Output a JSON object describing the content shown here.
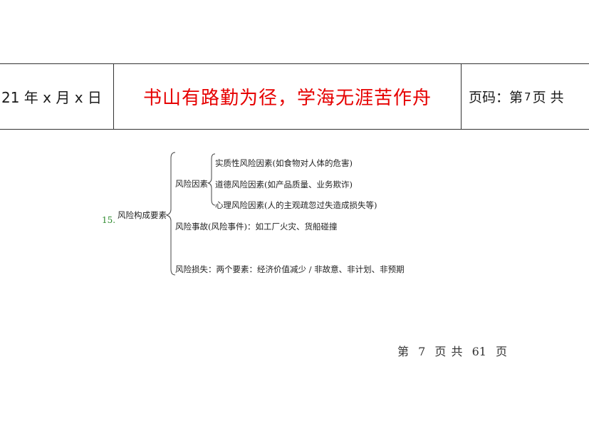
{
  "header": {
    "date": "21 年 x 月 x 日",
    "motto": "书山有路勤为径，学海无涯苦作舟",
    "page_label": "页码：第",
    "page_number": "7",
    "page_unit": "页  共"
  },
  "mindmap": {
    "item_number": "15.",
    "root": "风险构成要素",
    "branch_factors": "风险因素",
    "factor_1": "实质性风险因素(如食物对人体的危害)",
    "factor_2": "道德风险因素(如产品质量、业务欺诈)",
    "factor_3": "心理风险因素(人的主观疏忽过失造成损失等)",
    "branch_event": "风险事故(风险事件)：如工厂火灾、货船碰撞",
    "branch_loss": "风险损失：两个要素：经济价值减少 / 非故意、非计划、非预期"
  },
  "footer": {
    "prefix": "第",
    "current": "7",
    "mid": "页  共",
    "total": "61",
    "suffix": "页"
  }
}
